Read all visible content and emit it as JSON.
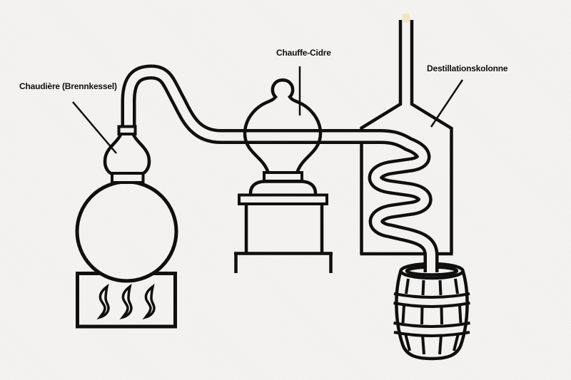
{
  "diagram": {
    "type": "technical-illustration",
    "subject": "alembic-distillation-apparatus",
    "labels": {
      "boiler": "Chaudière (Brennkessel)",
      "cider_heater": "Chauffe-Cidre",
      "column": "Destillationskolonne"
    },
    "parts": [
      "boiler-flask-on-fire-box",
      "flames",
      "swan-neck-pipe",
      "cider-heater-onion-dome-on-stand",
      "distillation-column-with-chimney",
      "condensing-coil",
      "output-barrel"
    ],
    "colors": {
      "background": "#f4f3f1",
      "ink": "#0d0d0d",
      "chimney_mark": "#f1e5c1"
    }
  }
}
